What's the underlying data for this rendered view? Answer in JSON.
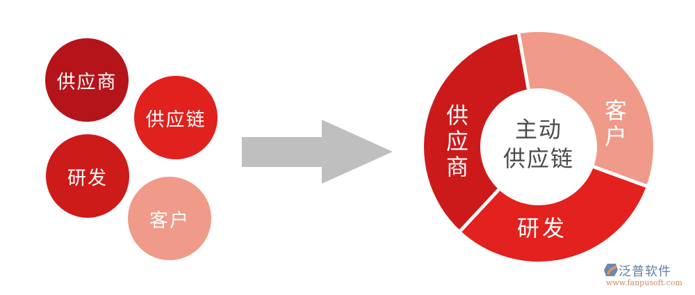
{
  "left_group": {
    "bubbles": [
      {
        "label": "供应商",
        "color": "#b5141a"
      },
      {
        "label": "供应链",
        "color": "#e1211e"
      },
      {
        "label": "研发",
        "color": "#cd1b1a"
      },
      {
        "label": "客户",
        "color": "#f09a89"
      }
    ]
  },
  "arrow": {
    "direction": "right",
    "color": "#bfbfbf"
  },
  "donut": {
    "center_label_line1": "主动",
    "center_label_line2": "供应链",
    "segments": [
      {
        "label": "供应商",
        "label_vertical": [
          "供",
          "应",
          "商"
        ],
        "color": "#cc1a1a"
      },
      {
        "label": "客户",
        "label_vertical": [
          "客",
          "户"
        ],
        "color": "#f09a89"
      },
      {
        "label": "研发",
        "color": "#e3211e"
      }
    ]
  },
  "logo": {
    "title": "泛普软件",
    "url": "www.fanpusoft.com"
  }
}
